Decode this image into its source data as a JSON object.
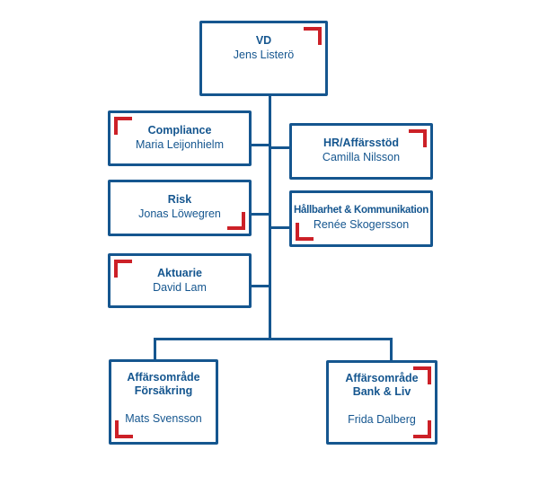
{
  "colors": {
    "blue": "#15568F",
    "red": "#CC2027",
    "background": "#FFFFFF"
  },
  "org_chart": {
    "type": "organization-chart",
    "nodes": [
      {
        "id": "vd",
        "title": "VD",
        "name": "Jens Listerö",
        "reports_to": null
      },
      {
        "id": "compliance",
        "title": "Compliance",
        "name": "Maria Leijonhielm",
        "reports_to": "vd"
      },
      {
        "id": "hr",
        "title": "HR/Affärsstöd",
        "name": "Camilla Nilsson",
        "reports_to": "vd"
      },
      {
        "id": "risk",
        "title": "Risk",
        "name": "Jonas Löwegren",
        "reports_to": "vd"
      },
      {
        "id": "hallbarhet",
        "title": "Hållbarhet & Kommunikation",
        "name": "Renée Skogersson",
        "reports_to": "vd"
      },
      {
        "id": "aktuarie",
        "title": "Aktuarie",
        "name": "David Lam",
        "reports_to": "vd"
      },
      {
        "id": "forsakring",
        "title": "Affärsområde\nFörsäkring",
        "name": "Mats Svensson",
        "reports_to": "vd"
      },
      {
        "id": "bankliv",
        "title": "Affärsområde\nBank & Liv",
        "name": "Frida Dalberg",
        "reports_to": "vd"
      }
    ]
  }
}
